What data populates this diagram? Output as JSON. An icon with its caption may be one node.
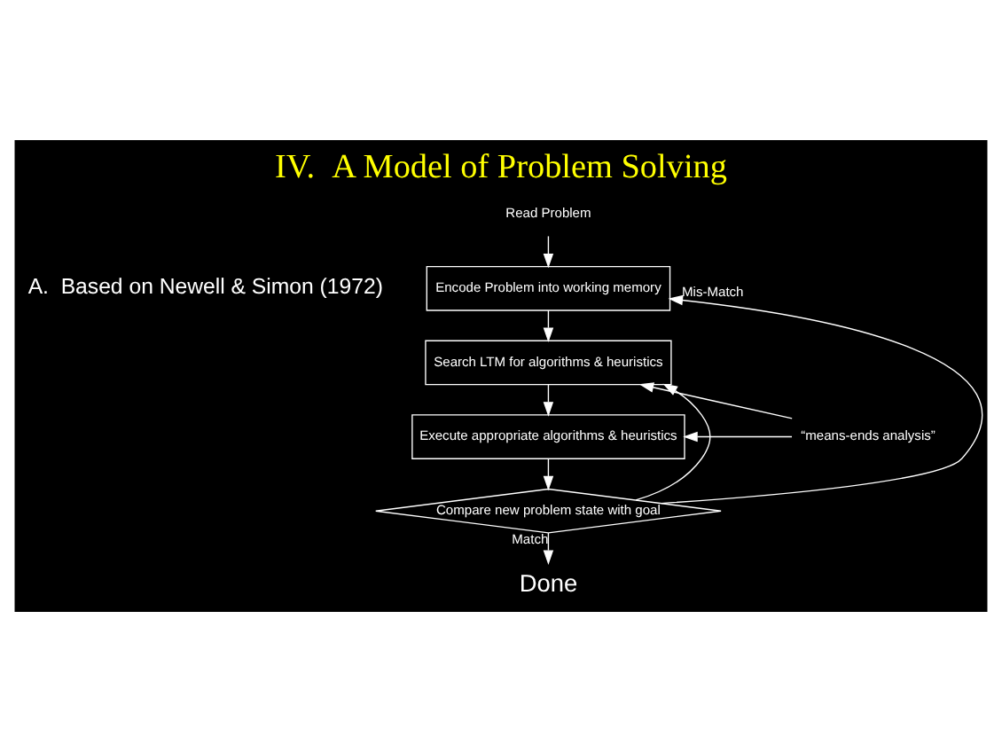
{
  "diagram": {
    "title": "IV.  A Model of Problem Solving",
    "nodes": [
      {
        "text": [
          "Read Problem"
        ]
      },
      {
        "text": [
          "Encode Problem into working memory"
        ]
      },
      {
        "text": [
          "Search LTM for algorithms & heuristics"
        ]
      },
      {
        "text": [
          "Execute appropriate algorithms & heuristics"
        ]
      },
      {
        "text": [
          "Compare new problem state with goal"
        ]
      },
      {
        "text": [
          "Done"
        ]
      },
      {
        "text": [
          "“means-ends analysis”"
        ]
      }
    ],
    "edges": [
      {
        "from": 0,
        "to": 1,
        "arrow": "to"
      },
      {
        "from": 1,
        "to": 2,
        "arrow": "to"
      },
      {
        "from": 2,
        "to": 3,
        "arrow": "to"
      },
      {
        "from": 3,
        "to": 4,
        "arrow": "to"
      },
      {
        "from": 4,
        "to": 1,
        "arrow": "to",
        "label": "Mis-Match"
      },
      {
        "from": 4,
        "to": 2,
        "arrow": "to"
      },
      {
        "from": 4,
        "to": 5,
        "arrow": "to",
        "label": "Match"
      },
      {
        "from": 6,
        "to": 2,
        "arrow": "to"
      },
      {
        "from": 6,
        "to": 3,
        "arrow": "to"
      }
    ],
    "labels": [
      "A.  Based on Newell & Simon (1972)"
    ]
  }
}
